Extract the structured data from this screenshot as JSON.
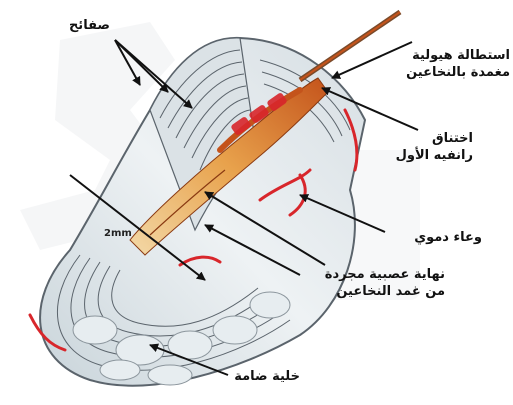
{
  "labels": {
    "lamellae": "صفائح",
    "cytoplasmic_extension": [
      "استطالة هيولية",
      "مغمدة بالنخاعين"
    ],
    "ranvier_node": [
      "اختناق",
      "رانفيه الأول"
    ],
    "blood_vessel": "وعاء دموي",
    "nerve_ending": [
      "نهاية عصبية مجردة",
      "من غمد النخاعين"
    ],
    "connective_cell": "خلية ضامة"
  },
  "scale_label": "2mm",
  "colors": {
    "background": "#ffffff",
    "capsule_fill": "#dfe6ea",
    "lamella_stroke": "#5b646c",
    "core": "#e8a24c",
    "core_dark": "#c4531b",
    "vessel": "#d8262b",
    "arrow": "#111111",
    "watermark": "#eceef0"
  },
  "icons": {
    "watermark": "faded-logo-shape"
  }
}
